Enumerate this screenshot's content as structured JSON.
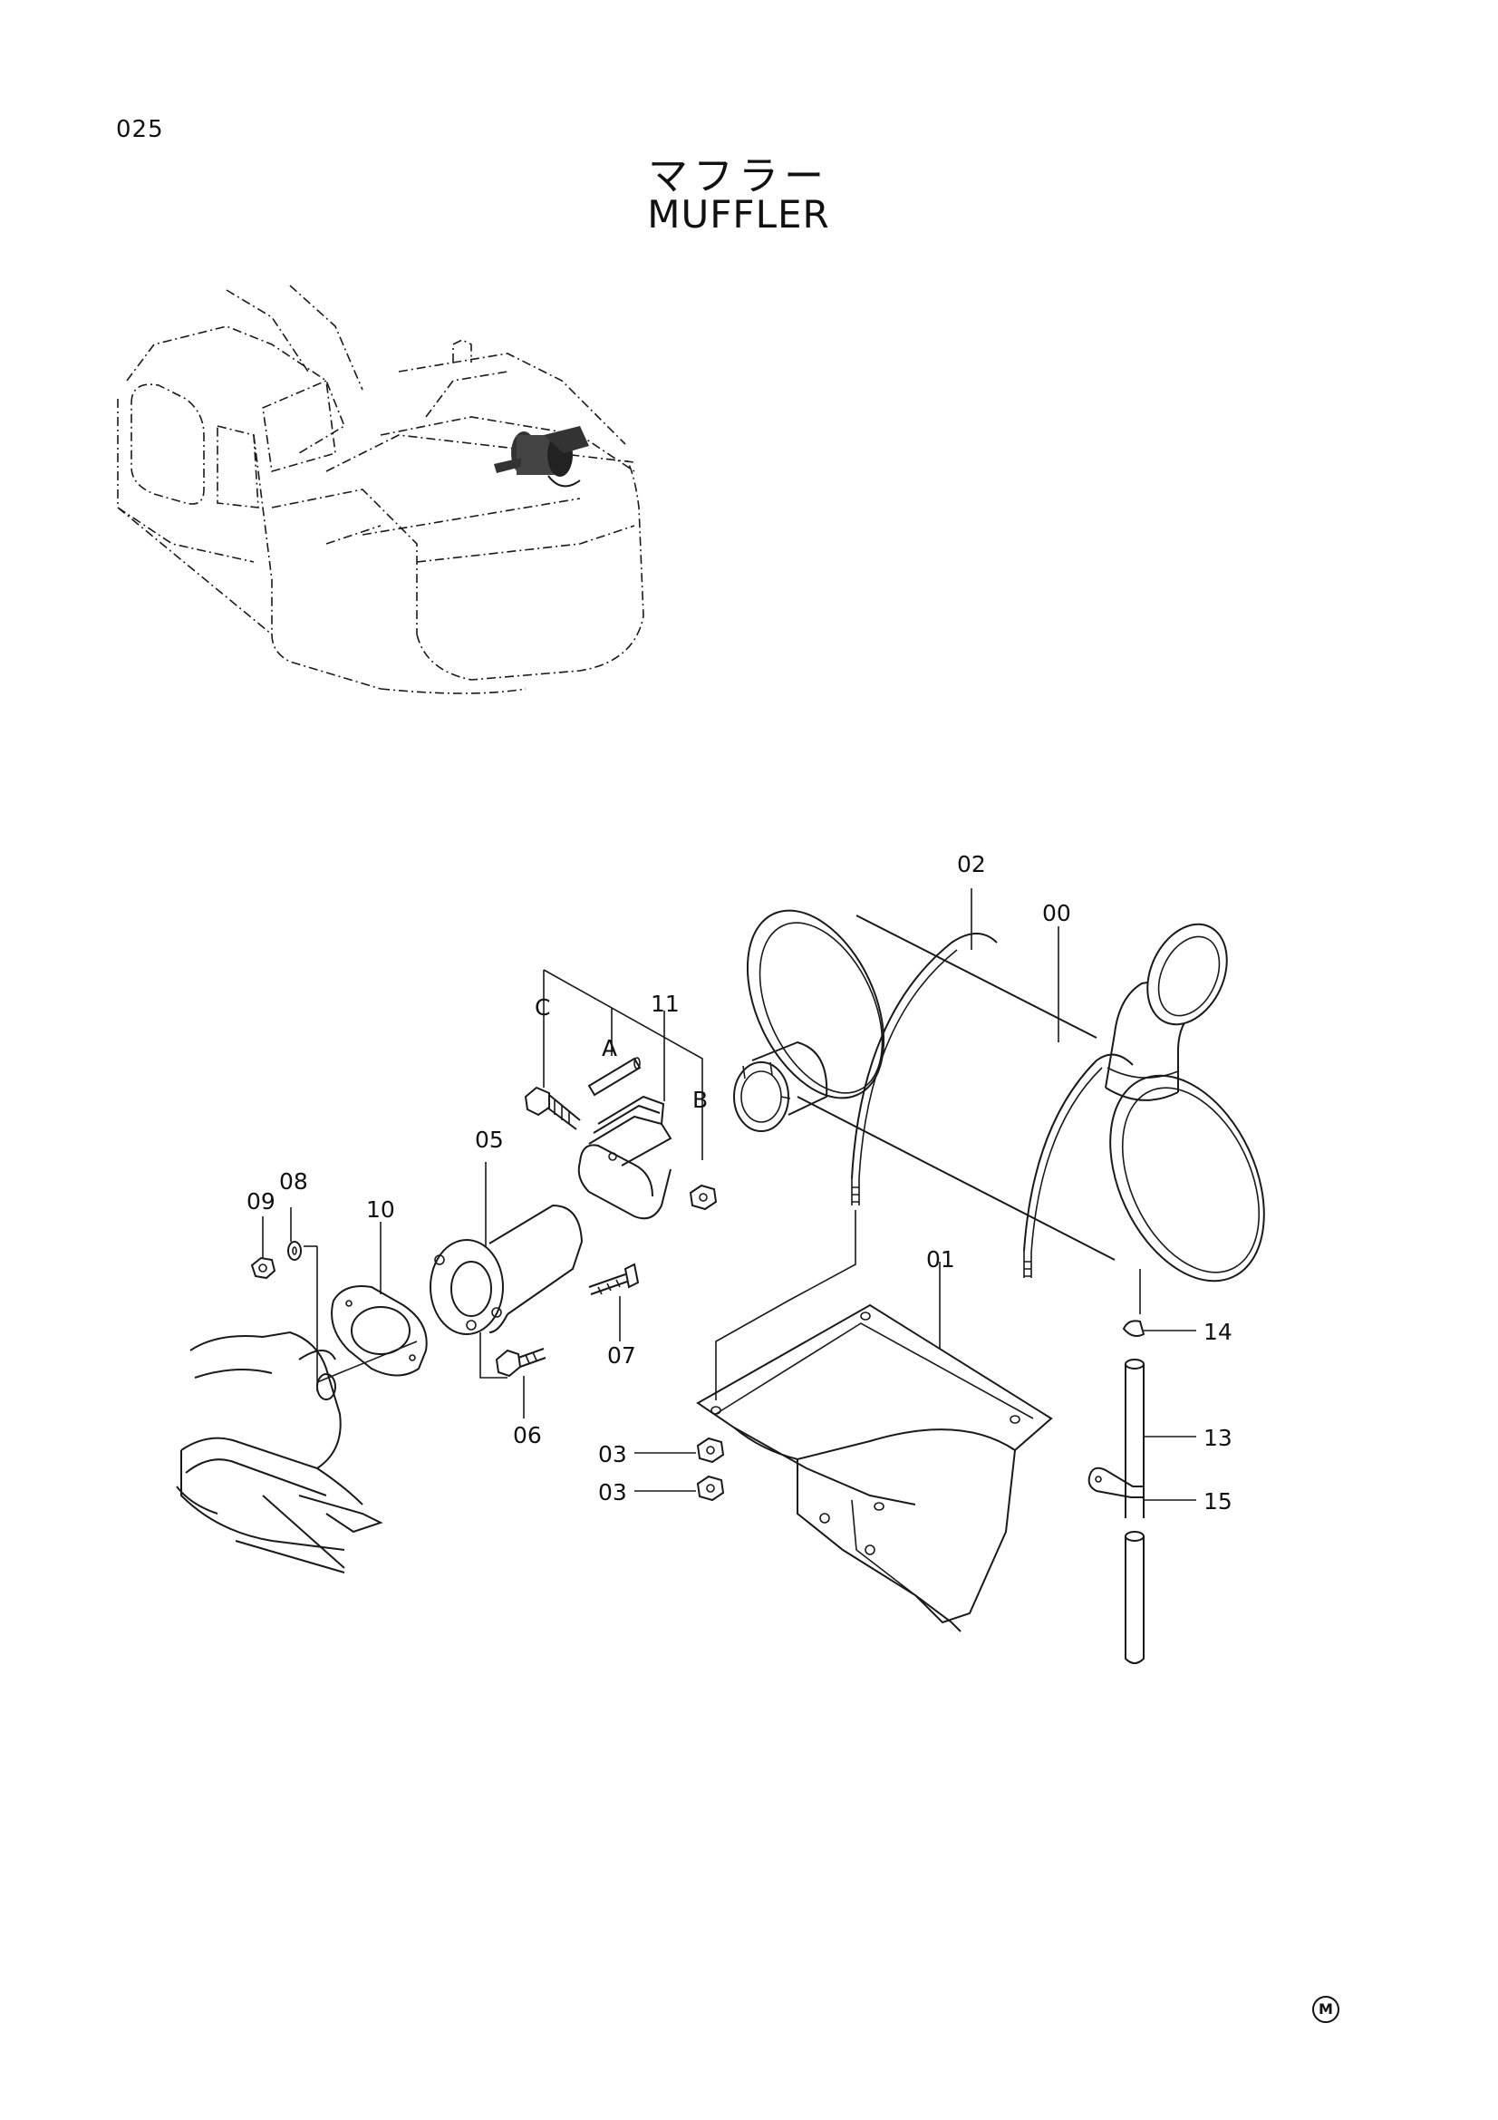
{
  "page_number": "025",
  "title_jp": "マフラー",
  "title_en": "MUFFLER",
  "corner_mark": "M",
  "callouts": {
    "p00": "00",
    "p01": "01",
    "p02": "02",
    "p03a": "03",
    "p03b": "03",
    "p05": "05",
    "p06": "06",
    "p07": "07",
    "p08": "08",
    "p09": "09",
    "p10": "10",
    "p11": "11",
    "p13": "13",
    "p14": "14",
    "p15": "15",
    "A": "A",
    "B": "B",
    "C": "C"
  }
}
